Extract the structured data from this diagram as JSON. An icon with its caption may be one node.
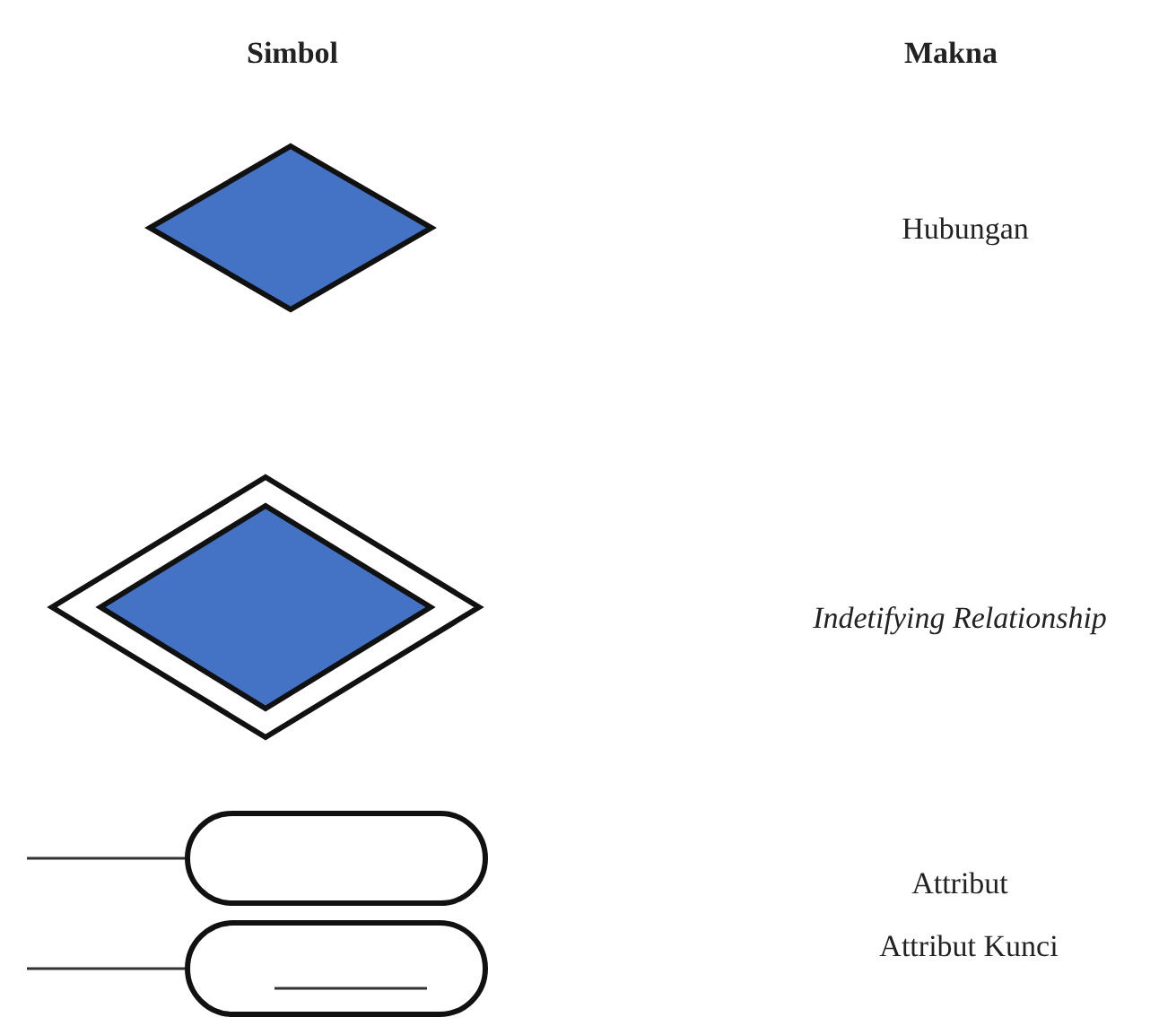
{
  "diagram": {
    "nodes": [
      {
        "text": [],
        "shape": "diamond"
      },
      {
        "text": [],
        "shape": "diamond"
      },
      {
        "text": [],
        "shape": "box"
      },
      {
        "text": [],
        "shape": "box"
      }
    ],
    "edges": [
      {
        "from": null,
        "to": 2,
        "arrow": "none"
      },
      {
        "from": null,
        "to": 3,
        "arrow": "none"
      }
    ],
    "labels": [
      "Simbol",
      "Makna",
      "Hubungan",
      "Indetifying Relationship",
      "Attribut",
      "Attribut Kunci"
    ]
  }
}
